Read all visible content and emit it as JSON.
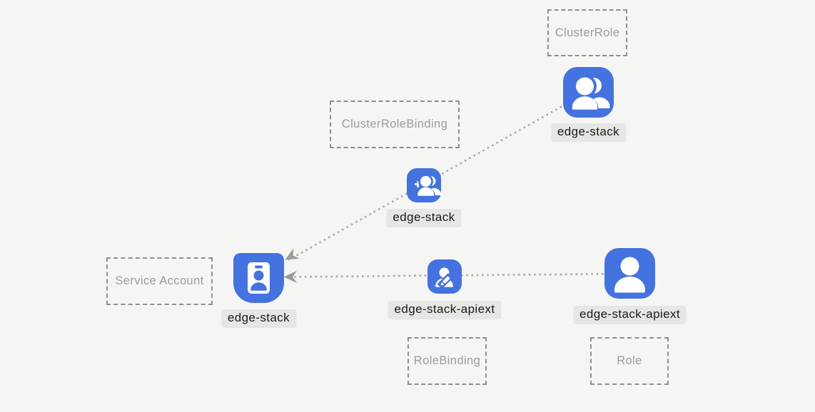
{
  "diagram": {
    "description": "Kubernetes RBAC resource relationship diagram",
    "colors": {
      "background": "#f5f5f4",
      "node_blue": "#4472DE",
      "chip_background": "#e6e6e4",
      "chip_text": "#1a1a1a",
      "dashed_border": "#8f8f8f",
      "type_label_text": "#9b9b9b",
      "dotted_line": "#a8a8a8",
      "arrowhead": "#9a9a9a"
    },
    "type_boxes": {
      "cluster_role": {
        "label": "ClusterRole"
      },
      "cluster_role_binding": {
        "label": "ClusterRoleBinding"
      },
      "service_account": {
        "label": "Service Account"
      },
      "role_binding": {
        "label": "RoleBinding"
      },
      "role": {
        "label": "Role"
      }
    },
    "nodes": {
      "cluster_role": {
        "name": "edge-stack",
        "type": "ClusterRole",
        "icon": "user-group-icon"
      },
      "cluster_role_binding": {
        "name": "edge-stack",
        "type": "ClusterRoleBinding",
        "icon": "user-add-icon"
      },
      "service_account": {
        "name": "edge-stack",
        "type": "Service Account",
        "icon": "id-badge-icon"
      },
      "role_binding": {
        "name": "edge-stack-apiext",
        "type": "RoleBinding",
        "icon": "user-edit-icon"
      },
      "role": {
        "name": "edge-stack-apiext",
        "type": "Role",
        "icon": "user-icon"
      }
    },
    "edges": [
      {
        "from": "ClusterRole edge-stack",
        "via": "ClusterRoleBinding edge-stack",
        "to": "Service Account edge-stack",
        "style": "dotted-arrow"
      },
      {
        "from": "Role edge-stack-apiext",
        "via": "RoleBinding edge-stack-apiext",
        "to": "Service Account edge-stack",
        "style": "dotted-arrow"
      }
    ]
  }
}
